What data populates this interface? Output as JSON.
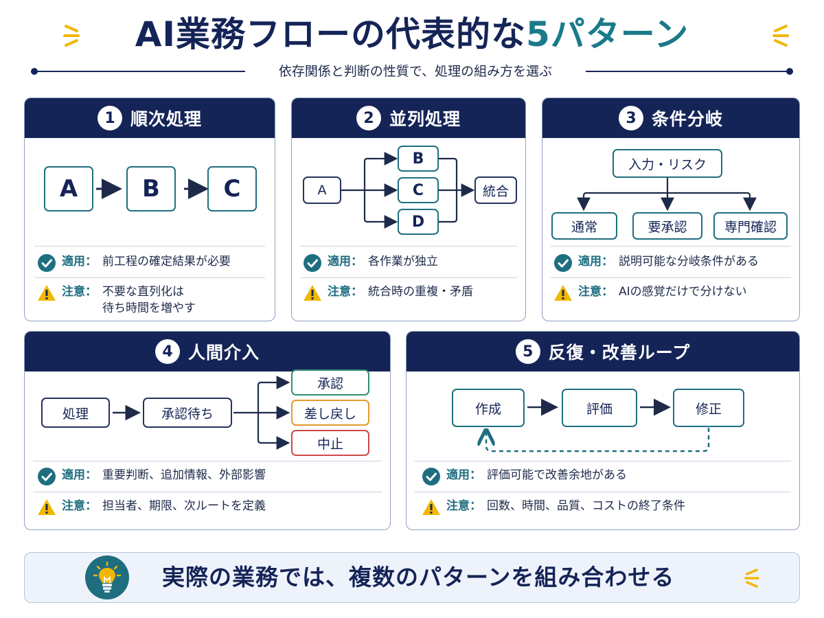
{
  "header": {
    "title_main": "AI業務フローの代表的な",
    "title_accent": "5パターン",
    "subtitle": "依存関係と判断の性質で、処理の組み方を選ぶ"
  },
  "cards": [
    {
      "num": "1",
      "title": "順次処理",
      "nodes": [
        "A",
        "B",
        "C"
      ],
      "apply_label": "適用：",
      "apply_text": "前工程の確定結果が必要",
      "caution_label": "注意：",
      "caution_text": "不要な直列化は\n待ち時間を増やす"
    },
    {
      "num": "2",
      "title": "並列処理",
      "nodes": [
        "A",
        "B",
        "C",
        "D",
        "統合"
      ],
      "apply_label": "適用：",
      "apply_text": "各作業が独立",
      "caution_label": "注意：",
      "caution_text": "統合時の重複・矛盾"
    },
    {
      "num": "3",
      "title": "条件分岐",
      "nodes": [
        "入力・リスク",
        "通常",
        "要承認",
        "専門確認"
      ],
      "apply_label": "適用：",
      "apply_text": "説明可能な分岐条件がある",
      "caution_label": "注意：",
      "caution_text": "AIの感覚だけで分けない"
    },
    {
      "num": "4",
      "title": "人間介入",
      "nodes": [
        "処理",
        "承認待ち",
        "承認",
        "差し戻し",
        "中止"
      ],
      "apply_label": "適用：",
      "apply_text": "重要判断、追加情報、外部影響",
      "caution_label": "注意：",
      "caution_text": "担当者、期限、次ルートを定義"
    },
    {
      "num": "5",
      "title": "反復・改善ループ",
      "nodes": [
        "作成",
        "評価",
        "修正"
      ],
      "apply_label": "適用：",
      "apply_text": "評価可能で改善余地がある",
      "caution_label": "注意：",
      "caution_text": "回数、時間、品質、コストの終了条件"
    }
  ],
  "footer": {
    "message": "実際の業務では、複数のパターンを組み合わせる"
  },
  "colors": {
    "navy": "#152457",
    "teal": "#1f6e80",
    "check_green": "#1f6e80",
    "warning_yellow": "#f2b705",
    "approve_green": "#2f8f73",
    "sendback_orange": "#e39a2a",
    "stop_red": "#d04848"
  },
  "icons": [
    "sparkle-icon",
    "check-circle-icon",
    "warning-icon",
    "lightbulb-icon"
  ]
}
